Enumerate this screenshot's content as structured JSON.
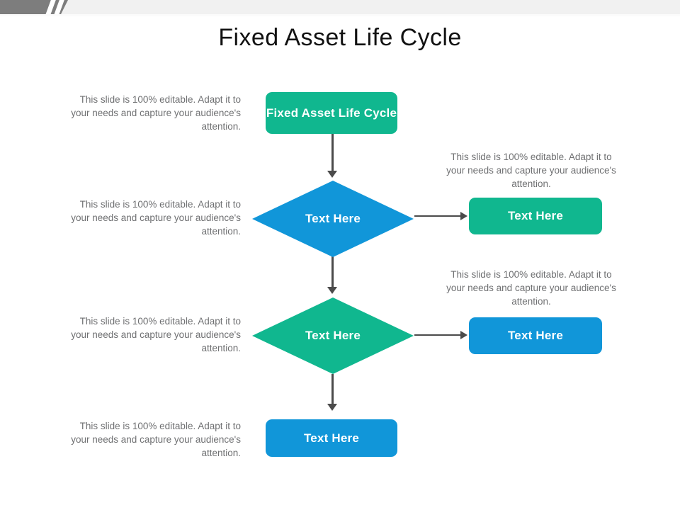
{
  "decoration": {
    "band_color": "#f1f1f1",
    "block_color": "#7d7d7d",
    "slash_color": "#ffffff"
  },
  "title": "Fixed Asset Life Cycle",
  "palette": {
    "teal": "#10b78f",
    "blue": "#1196d9",
    "connector": "#4b4b4b",
    "note_text": "#6f7072",
    "title_text": "#111111"
  },
  "placeholder_note": "This slide is 100% editable.  Adapt it to your needs and capture your audience's attention.",
  "notes": {
    "left_1": "This slide is 100% editable.  Adapt it to your needs and capture your audience's attention.",
    "left_2": "This slide is 100% editable.  Adapt it to your needs and capture your audience's attention.",
    "left_3": "This slide is 100% editable.  Adapt it to your needs and capture your audience's attention.",
    "left_4": "This slide is 100% editable.  Adapt it to your needs and capture your audience's attention.",
    "right_1": "This slide is 100% editable.  Adapt it to your needs and capture your audience's attention.",
    "right_2": "This slide is 100% editable.  Adapt it to your needs and capture your audience's attention."
  },
  "nodes": {
    "start_box": {
      "label": "Fixed Asset Life Cycle",
      "color": "#10b78f",
      "shape": "rounded-rectangle"
    },
    "diamond_1": {
      "label": "Text Here",
      "color": "#1196d9",
      "shape": "diamond"
    },
    "branch_box_1": {
      "label": "Text Here",
      "color": "#10b78f",
      "shape": "rounded-rectangle"
    },
    "diamond_2": {
      "label": "Text Here",
      "color": "#10b78f",
      "shape": "diamond"
    },
    "branch_box_2": {
      "label": "Text Here",
      "color": "#1196d9",
      "shape": "rounded-rectangle"
    },
    "end_box": {
      "label": "Text Here",
      "color": "#1196d9",
      "shape": "rounded-rectangle"
    }
  }
}
